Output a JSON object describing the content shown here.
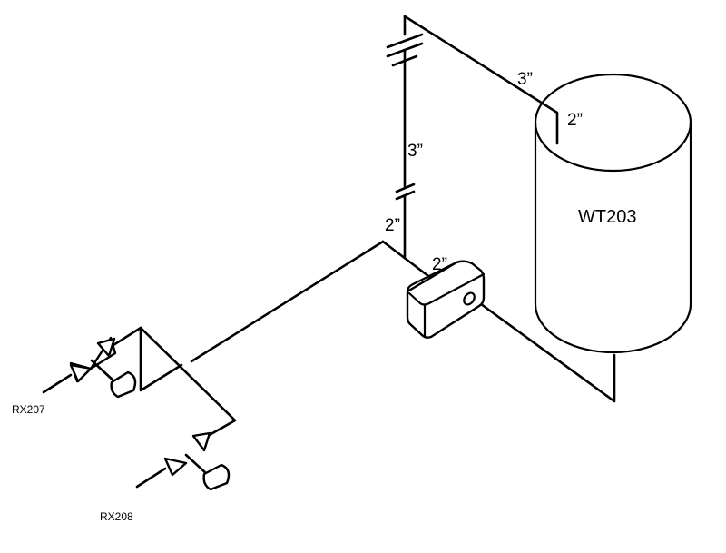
{
  "labels": {
    "tank": "WT203",
    "line_top_3in": "3”",
    "nozzle_2in": "2”",
    "riser_3in": "3”",
    "riser_2in": "2”",
    "meter_2in": "2”",
    "valve_upper": "RX207",
    "valve_lower": "RX208"
  },
  "icons": {
    "tank": "vertical-tank-icon",
    "meter": "flow-meter-icon",
    "valve": "control-valve-icon",
    "reducer": "reducer-break-icon"
  },
  "colors": {
    "line": "#000000",
    "background": "#ffffff"
  }
}
